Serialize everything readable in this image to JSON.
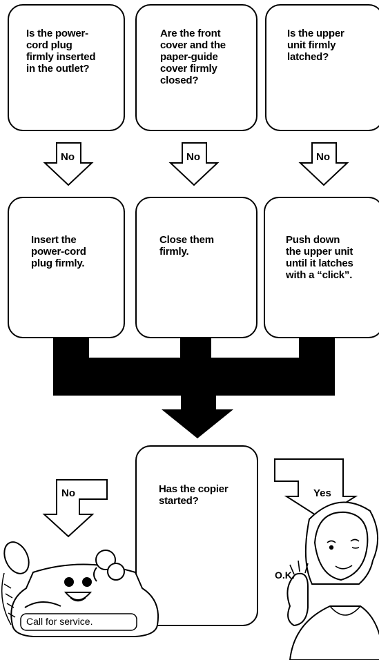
{
  "questions": [
    "Is the power-\ncord plug\nfirmly inserted\nin the outlet?",
    "Are the front\ncover and the\npaper-guide\ncover firmly\nclosed?",
    "Is the upper\nunit firmly\nlatched?"
  ],
  "answers": {
    "no_1": "No",
    "no_2": "No",
    "no_3": "No"
  },
  "actions": [
    "Insert the\npower-cord\nplug firmly.",
    "Close them\nfirmly.",
    "Push down\nthe upper unit\nuntil it latches\nwith a “click”."
  ],
  "final": {
    "question": "Has the copier\nstarted?",
    "no_label": "No",
    "yes_label": "Yes",
    "call_service": "Call for service.",
    "ok": "O.K."
  }
}
